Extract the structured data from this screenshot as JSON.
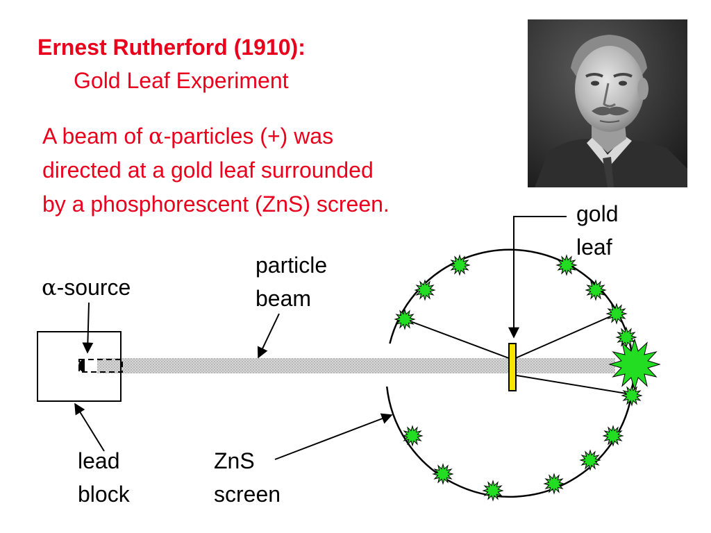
{
  "title": "Ernest Rutherford (1910):",
  "subtitle": "Gold Leaf Experiment",
  "description": {
    "line1_pre": "A beam of ",
    "alpha_symbol": "α",
    "line1_post": "-particles (+) was",
    "line2": "directed at a gold leaf surrounded",
    "line3": "by a phosphorescent (ZnS) screen."
  },
  "labels": {
    "alpha_source_symbol": "α",
    "alpha_source_text": "-source",
    "particle_beam_line1": "particle",
    "particle_beam_line2": "beam",
    "gold_leaf_line1": "gold",
    "gold_leaf_line2": "leaf",
    "lead_block_line1": "lead",
    "lead_block_line2": "block",
    "zns_screen_line1": "ZnS",
    "zns_screen_line2": "screen"
  },
  "colors": {
    "title_red": "#e8001c",
    "flash_green": "#22dd22",
    "gold_leaf_yellow": "#f2e600",
    "beam_gray": "#bdbdbd"
  },
  "portrait": {
    "description_icon": "rutherford-portrait-photo"
  }
}
